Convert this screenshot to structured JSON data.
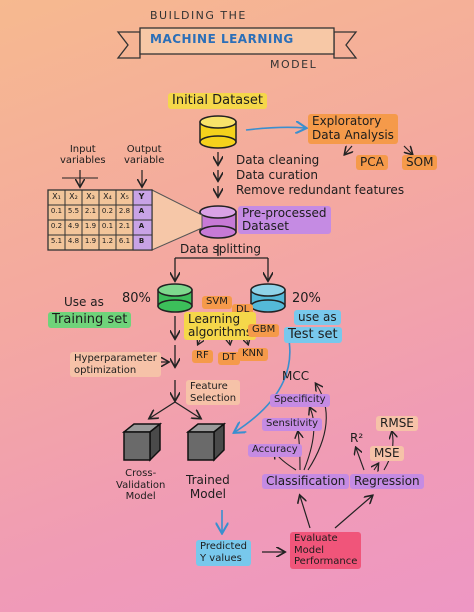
{
  "header": {
    "line1": "BUILDING THE",
    "banner": "MACHINE LEARNING",
    "line3": "MODEL"
  },
  "nodes": {
    "initial_dataset": "Initial Dataset",
    "eda_line1": "Exploratory",
    "eda_line2": "Data Analysis",
    "pca": "PCA",
    "som": "SOM",
    "step1": "Data cleaning",
    "step2": "Data curation",
    "step3": "Remove redundant features",
    "preproc_line1": "Pre-processed",
    "preproc_line2": "Dataset",
    "data_splitting": "Data splitting",
    "use_as_1": "Use as",
    "training_set": "Training set",
    "pct_train": "80%",
    "pct_test": "20%",
    "use_as_2": "use as",
    "test_set": "Test set",
    "svm": "SVM",
    "dl": "DL",
    "learning_1": "Learning",
    "learning_2": "algorithms",
    "gbm": "GBM",
    "rf": "RF",
    "dt": "DT",
    "knn": "KNN",
    "hyper_1": "Hyperparameter",
    "hyper_2": "optimization",
    "feature_1": "Feature",
    "feature_2": "Selection",
    "cv_1": "Cross-",
    "cv_2": "Validation",
    "cv_3": "Model",
    "trained_1": "Trained",
    "trained_2": "Model",
    "mcc": "MCC",
    "specificity": "Specificity",
    "sensitivity": "Sensitivity",
    "accuracy": "Accuracy",
    "classification": "Classification",
    "regression": "Regression",
    "r2": "R²",
    "rmse": "RMSE",
    "mse": "MSE",
    "predicted_1": "Predicted",
    "predicted_2": "Y values",
    "evaluate_1": "Evaluate",
    "evaluate_2": "Model",
    "evaluate_3": "Performance"
  },
  "table": {
    "input_label_1": "Input",
    "input_label_2": "variables",
    "output_label_1": "Output",
    "output_label_2": "variable",
    "header": [
      "X₁",
      "X₂",
      "X₃",
      "X₄",
      "X₅",
      "Y"
    ],
    "rows": [
      [
        "0.1",
        "5.5",
        "2.1",
        "0.2",
        "2.8",
        "A"
      ],
      [
        "0.2",
        "4.9",
        "1.9",
        "0.1",
        "2.1",
        "A"
      ],
      [
        "5.1",
        "4.8",
        "1.9",
        "1.2",
        "6.1",
        "B"
      ]
    ]
  },
  "colors": {
    "cylinder_yellow": "#f5d21c",
    "cylinder_purple": "#c77ad6",
    "cylinder_green": "#3cbf5a",
    "cylinder_blue": "#54b9d8",
    "highlight_orange": "#f59a4a",
    "highlight_green": "#6fd37a",
    "highlight_blue": "#78c8ec",
    "highlight_purple": "#c58be3",
    "highlight_yellow": "#f5d74a",
    "highlight_red": "#f0557a",
    "banner_text": "#2b6fb8"
  }
}
